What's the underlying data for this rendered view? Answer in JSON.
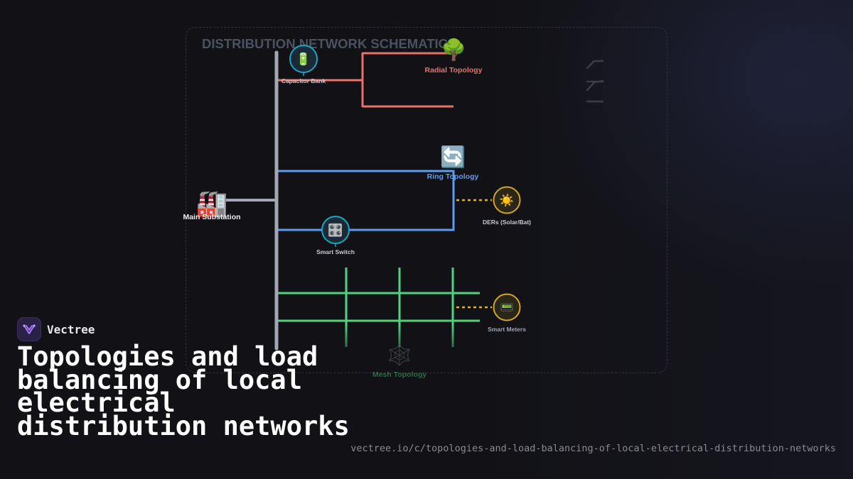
{
  "brand": {
    "name": "Vectree",
    "icon": "vectree-logo-icon",
    "accent_color": "#8b5cf6"
  },
  "page": {
    "title": "Topologies and load balancing of local electrical distribution networks",
    "url": "vectree.io/c/topologies-and-load-balancing-of-local-electrical-distribution-networks"
  },
  "diagram": {
    "title": "DISTRIBUTION NETWORK SCHEMATIC",
    "nodes": {
      "main_substation": {
        "label": "Main Substation",
        "icon": "factory-icon",
        "glyph": "🏭"
      },
      "capacitor_bank": {
        "label": "Capacitor Bank",
        "icon": "battery-icon",
        "glyph": "🔋"
      },
      "radial_topology": {
        "label": "Radial Topology",
        "icon": "tree-icon",
        "glyph": "🌳"
      },
      "ring_topology": {
        "label": "Ring Topology",
        "icon": "cycle-arrows-icon",
        "glyph": "🔄"
      },
      "smart_switch": {
        "label": "Smart Switch",
        "icon": "control-knobs-icon",
        "glyph": "🎛️"
      },
      "ders": {
        "label": "DERs (Solar/Bat)",
        "icon": "sun-icon",
        "glyph": "☀️"
      },
      "smart_meters": {
        "label": "Smart Meters",
        "icon": "pager-icon",
        "glyph": "📟"
      },
      "mesh_topology": {
        "label": "Mesh Topology",
        "icon": "spider-web-icon",
        "glyph": "🕸️"
      }
    },
    "colors": {
      "bus": "#a3a7b4",
      "radial": "#e8716b",
      "ring": "#5b9cf0",
      "mesh": "#4fd17e",
      "der_link": "#e6b020",
      "node_ring_teal": "#17a7c2",
      "node_ring_gold": "#d3a525"
    }
  }
}
